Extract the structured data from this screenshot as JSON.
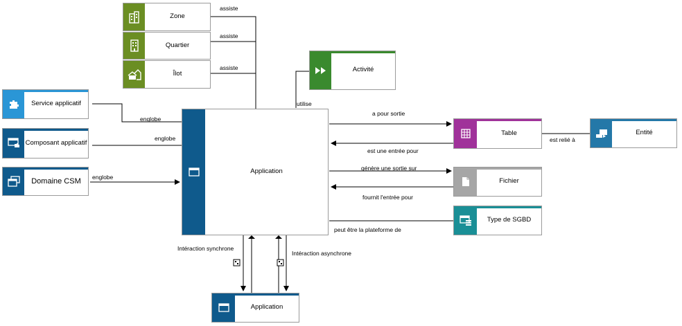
{
  "colors": {
    "green": "#6b8e23",
    "darkgreen": "#3a8a2e",
    "blue": "#0f5a8c",
    "lightblue": "#2a96d6",
    "purple": "#a0329a",
    "gray": "#a6a6a6",
    "teal": "#1a8f96",
    "steel": "#2478a8"
  },
  "nodes": {
    "zone": "Zone",
    "quartier": "Quartier",
    "ilot": "Îlot",
    "activite": "Activité",
    "service_applicatif": "Service applicatif",
    "composant_applicatif": "Composant applicatif",
    "domaine_csm": "Domaine CSM",
    "application_main": "Application",
    "table": "Table",
    "entite": "Entité",
    "fichier": "Fichier",
    "type_sgbd": "Type de SGBD",
    "application_bottom": "Application"
  },
  "edges": {
    "assiste1": "assiste",
    "assiste2": "assiste",
    "assiste3": "assiste",
    "utilise": "utilise",
    "englobe1": "englobe",
    "englobe2": "englobe",
    "englobe3": "englobe",
    "a_pour_sortie": "a pour sortie",
    "est_une_entree_pour": "est une entrée pour",
    "genere_une_sortie_sur": "génère une sortie sur",
    "fournit_entree_pour": "fournit l'entrée pour",
    "peut_etre_plateforme": "peut être la plateforme de",
    "est_relie_a": "est relié à",
    "interaction_synchrone": "Intéraction synchrone",
    "interaction_asynchrone": "Intéraction asynchrone"
  }
}
